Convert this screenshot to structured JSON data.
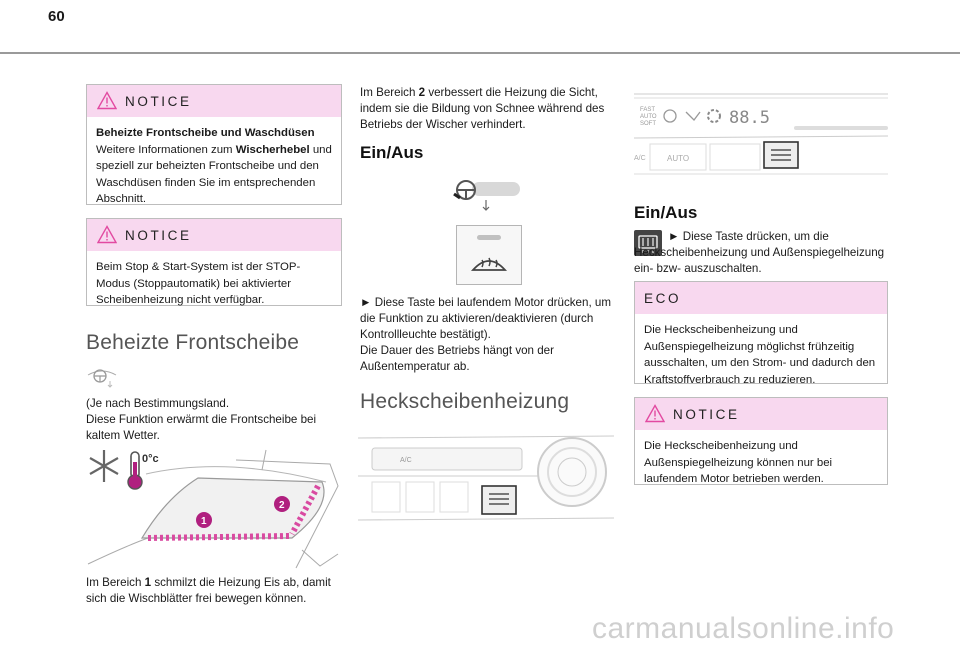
{
  "page": {
    "number": "60"
  },
  "left": {
    "notice1": {
      "title": "NOTICE",
      "heading": "Beheizte Frontscheibe und Waschdüsen",
      "text_pre": "Weitere Informationen zum ",
      "text_bold": "Wischerhebel",
      "text_post": " und speziell zur beheizten Frontscheibe und den Waschdüsen finden Sie im entsprechenden Abschnitt."
    },
    "notice2": {
      "title": "NOTICE",
      "text": "Beim Stop & Start-System ist der STOP-Modus (Stoppautomatik) bei aktivierter Scheibenheizung nicht verfügbar."
    },
    "section_title": "Beheizte Frontscheibe",
    "intro_line1": "(Je nach Bestimmungsland.",
    "intro_line2": "Diese Funktion erwärmt die Frontscheibe bei kaltem Wetter.",
    "temp_label": "0°c",
    "marker1": "1",
    "marker2": "2",
    "caption_pre": "Im Bereich ",
    "caption_bold": "1",
    "caption_post": " schmilzt die Heizung Eis ab, damit sich die Wischblätter frei bewegen können."
  },
  "middle": {
    "para_pre": "Im Bereich ",
    "para_bold": "2",
    "para_post": " verbessert die Heizung die Sicht, indem sie die Bildung von Schnee während des Betriebs der Wischer verhindert.",
    "onoff_title": "Ein/Aus",
    "instruction1": "► Diese Taste bei laufendem Motor drücken, um die Funktion zu aktivieren/deaktivieren (durch Kontrollleuchte bestätigt).",
    "instruction2": "Die Dauer des Betriebs hängt von der Außentemperatur ab.",
    "section_title": "Heckscheibenheizung",
    "panel_label": "A/C"
  },
  "right": {
    "display_text": "88.5",
    "fast_label": "FAST",
    "auto_label": "AUTO",
    "soft_label": "SOFT",
    "ac_label": "A/C",
    "auto_button": "AUTO",
    "onoff_title": "Ein/Aus",
    "instruction": "► Diese Taste drücken, um die Heckscheibenheizung und Außenspiegelheizung ein- bzw- auszuschalten.",
    "eco": {
      "title": "ECO",
      "text": "Die Heckscheibenheizung und Außenspiegelheizung möglichst frühzeitig ausschalten, um den Strom- und dadurch den Kraftstoffverbrauch zu reduzieren."
    },
    "notice": {
      "title": "NOTICE",
      "text": "Die Heckscheibenheizung und Außenspiegelheizung können nur bei laufendem Motor betrieben werden."
    }
  },
  "footer": {
    "watermark": "carmanualsonline.info"
  },
  "colors": {
    "notice_header": "#f8d8ef",
    "marker": "#b0207f",
    "warn": "#e24aa1"
  }
}
